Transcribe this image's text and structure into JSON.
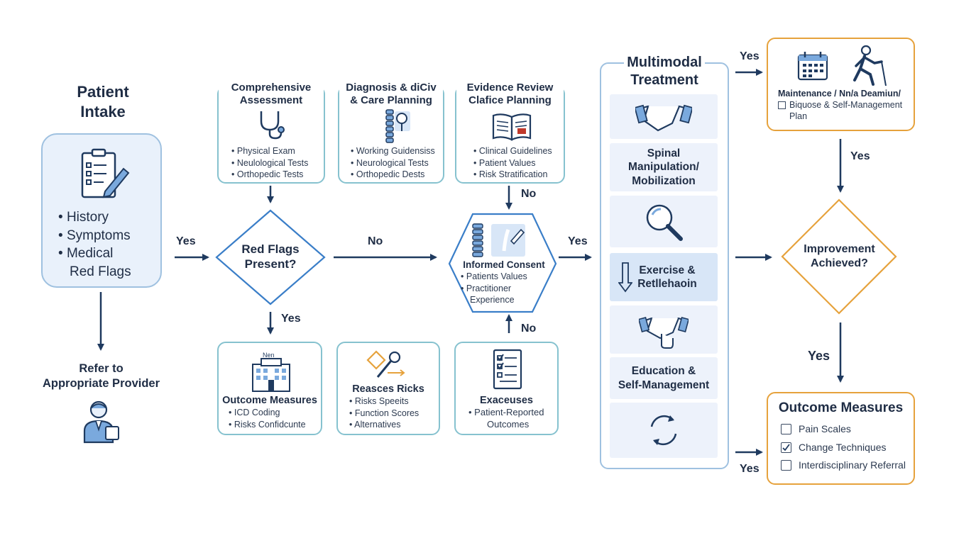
{
  "intake": {
    "title_line1": "Patient",
    "title_line2": "Intake",
    "items": [
      "History",
      "Symptoms",
      "Medical",
      "Red Flags"
    ],
    "icon": "clipboard-icon"
  },
  "refer": {
    "line1": "Refer to",
    "line2": "Appropriate Provider",
    "icon": "provider-icon"
  },
  "assessment": {
    "title_line1": "Comprehensive",
    "title_line2": "Assessment",
    "icon": "stethoscope-icon",
    "items": [
      "Physical Exam",
      "Neulological Tests",
      "Orthopedic Tests"
    ]
  },
  "diagnosis": {
    "title_line1": "Diagnosis & diCiv",
    "title_line2": "& Care Planning",
    "icon": "spine-icon",
    "items": [
      "Working Guidensiss",
      "Neurological Tests",
      "Orthopedic Dests"
    ]
  },
  "evidence": {
    "title_line1": "Evidence Review",
    "title_line2": "Clafice Planning",
    "icon": "book-icon",
    "items": [
      "Clinical Guidelines",
      "Patient Values",
      "Risk Stratification"
    ]
  },
  "redflags": {
    "line1": "Red Flags",
    "line2": "Present?"
  },
  "consent": {
    "title": "Informed Consent",
    "items": [
      "Patients Values",
      "Practitioner"
    ],
    "extra": "Experience",
    "icon": "spine-pen-icon"
  },
  "outcome_left": {
    "badge": "Nen",
    "title": "Outcome Measures",
    "icon": "building-icon",
    "items": [
      "ICD Coding",
      "Risks Confidcunte"
    ]
  },
  "risks": {
    "title": "Reasces Ricks",
    "icon": "risk-icon",
    "items": [
      "Risks Speeits",
      "Function Scores",
      "Alternatives"
    ]
  },
  "exaceuses": {
    "title": "Exaceuses",
    "icon": "checklist-icon",
    "items": [
      "Patient-Reported"
    ],
    "extra": "Outcomes"
  },
  "treatment": {
    "title_line1": "Multimodal",
    "title_line2": "Treatment",
    "items": [
      {
        "icon": "handshake-icon"
      },
      {
        "label_line1": "Spinal",
        "label_line2": "Manipulation/",
        "label_line3": "Mobilization"
      },
      {
        "icon": "magnifier-icon"
      },
      {
        "label_line1": "Exercise &",
        "label_line2": "Retllehaoin",
        "icon": "down-arrow-icon"
      },
      {
        "icon": "handshake-touch-icon"
      },
      {
        "label_line1": "Education &",
        "label_line2": "Self-Management"
      },
      {
        "icon": "cycle-icon"
      }
    ]
  },
  "maintenance": {
    "line1": "Maintenance / Nn/a Deamiun/",
    "line2": "Biquose & Self-Management",
    "line3": "Plan",
    "icons": [
      "calendar-icon",
      "walking-person-icon"
    ]
  },
  "improvement": {
    "line1": "Improvement",
    "line2": "Achieved?"
  },
  "outcome_right": {
    "title": "Outcome Measures",
    "items": [
      {
        "label": "Pain Scales",
        "checked": false
      },
      {
        "label": "Change Techniques",
        "checked": true
      },
      {
        "label": "Interdisciplinary Referral",
        "checked": false
      }
    ]
  },
  "labels": {
    "yes": "Yes",
    "no": "No"
  },
  "colors": {
    "navy": "#1f3a5f",
    "teal_border": "#86c2cf",
    "intake_fill": "#e9f1fb",
    "intake_border": "#9fc1e0",
    "orange": "#e6a23c",
    "panel_fill": "#edf2fb",
    "highlight_fill": "#d8e6f7"
  }
}
